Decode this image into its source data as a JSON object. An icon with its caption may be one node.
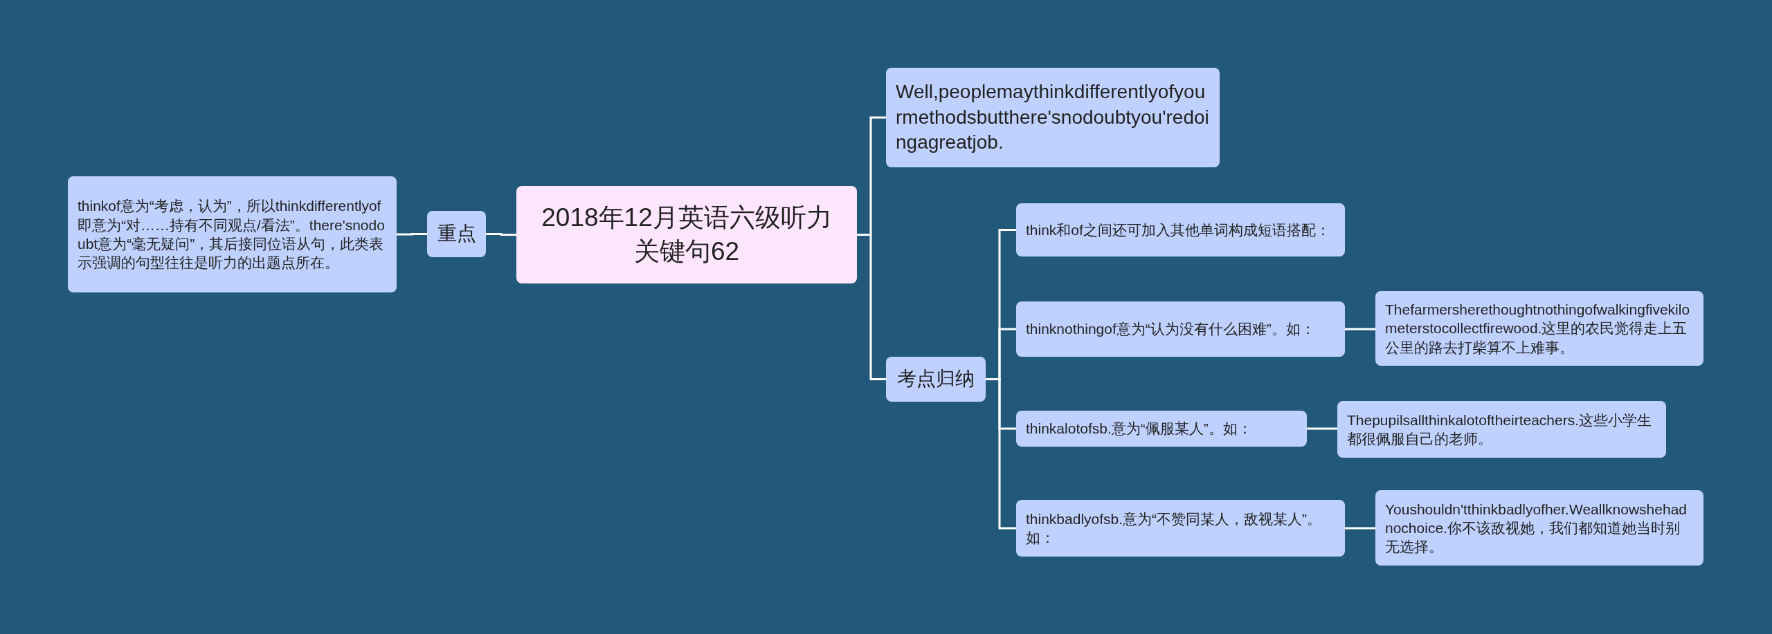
{
  "diagram": {
    "nodes": [
      {
        "text": [
          "2018年12月英语六级听力关键句62"
        ]
      },
      {
        "text": [
          "重点"
        ]
      },
      {
        "text": [
          "thinkof意为“考虑，认为”，所以thinkdifferentlyof即意为“对……持有不同观点/看法”。there'snodoubt意为“毫无疑问”，其后接同位语从句，此类表示强调的句型往往是听力的出题点所在。"
        ]
      },
      {
        "text": [
          "Well,peoplemaythinkdifferentlyofyourmethodsbutthere'snodoubtyou'redoingagreatjob."
        ]
      },
      {
        "text": [
          "考点归纳"
        ]
      },
      {
        "text": [
          "think和of之间还可加入其他单词构成短语搭配："
        ]
      },
      {
        "text": [
          "thinknothingof意为“认为没有什么困难”。如："
        ]
      },
      {
        "text": [
          "Thefarmersherethoughtnothingofwalkingfivekilometerstocollectfirewood.这里的农民觉得走上五公里的路去打柴算不上难事。"
        ]
      },
      {
        "text": [
          "thinkalotofsb.意为“佩服某人”。如："
        ]
      },
      {
        "text": [
          "Thepupilsallthinkalotoftheirteachers.这些小学生都很佩服自己的老师。"
        ]
      },
      {
        "text": [
          "thinkbadlyofsb.意为“不赞同某人，敌视某人”。如："
        ]
      },
      {
        "text": [
          "Youshouldn'tthinkbadlyofher.Weallknowshehadnochoice.你不该敌视她，我们都知道她当时别无选择。"
        ]
      }
    ],
    "edges": [
      {
        "from": 0,
        "to": 1,
        "arrow": "none"
      },
      {
        "from": 1,
        "to": 2,
        "arrow": "none"
      },
      {
        "from": 0,
        "to": 3,
        "arrow": "none"
      },
      {
        "from": 0,
        "to": 4,
        "arrow": "none"
      },
      {
        "from": 4,
        "to": 5,
        "arrow": "none"
      },
      {
        "from": 4,
        "to": 6,
        "arrow": "none"
      },
      {
        "from": 6,
        "to": 7,
        "arrow": "none"
      },
      {
        "from": 4,
        "to": 8,
        "arrow": "none"
      },
      {
        "from": 8,
        "to": 9,
        "arrow": "none"
      },
      {
        "from": 4,
        "to": 10,
        "arrow": "none"
      },
      {
        "from": 10,
        "to": 11,
        "arrow": "none"
      }
    ]
  }
}
